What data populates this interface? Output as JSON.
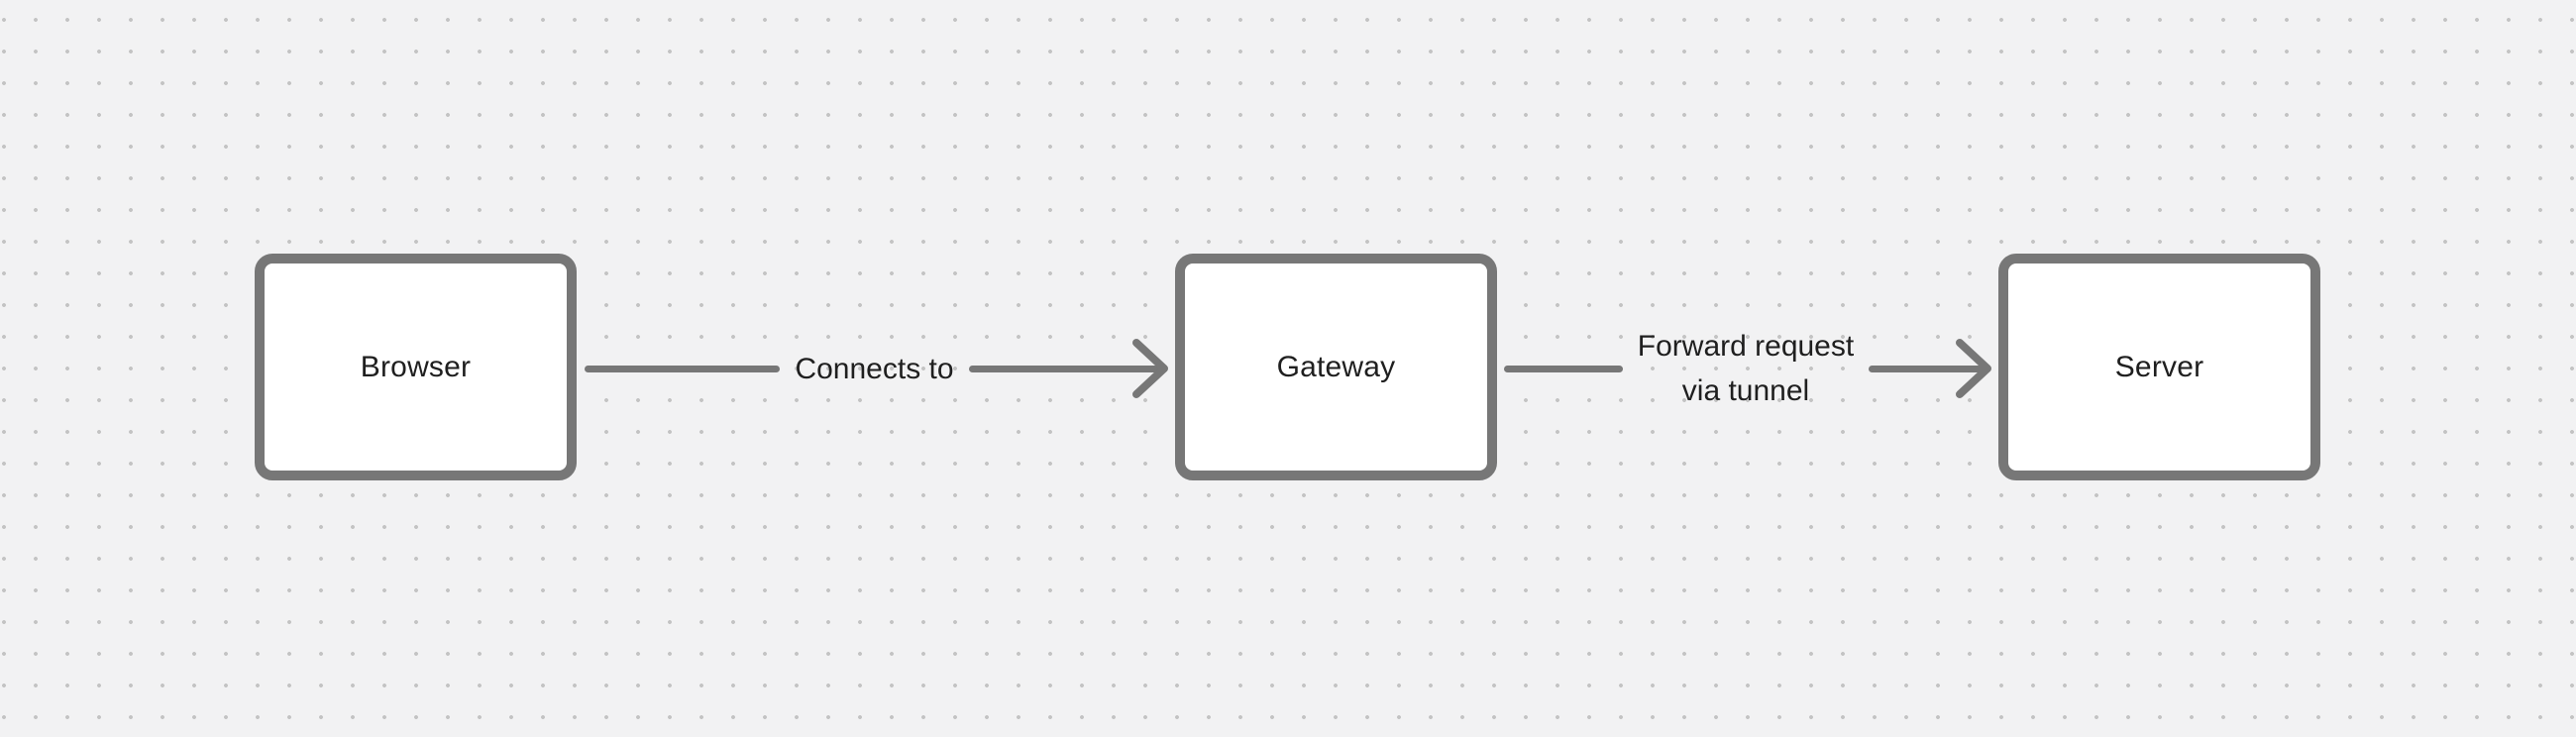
{
  "canvas": {
    "colors": {
      "bg": "#f2f2f3",
      "dot": "#c3c3c3",
      "stroke": "#777777",
      "node-fill": "#ffffff",
      "text": "#1f1f1f"
    }
  },
  "diagram": {
    "nodes": [
      {
        "id": "browser",
        "label": "Browser"
      },
      {
        "id": "gateway",
        "label": "Gateway"
      },
      {
        "id": "server",
        "label": "Server"
      }
    ],
    "edges": [
      {
        "from": "Browser",
        "to": "Gateway",
        "label": "Connects to"
      },
      {
        "from": "Gateway",
        "to": "Server",
        "label": "Forward request via tunnel",
        "label_lines": [
          "Forward request",
          "via tunnel"
        ]
      }
    ]
  }
}
